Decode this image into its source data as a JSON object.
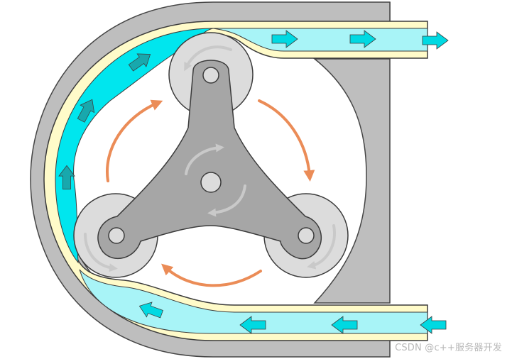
{
  "watermark": "CSDN @c++服务器开发",
  "colors": {
    "housing": "#bebebe",
    "housing_stroke": "#454545",
    "tube_wall": "#fffbc9",
    "fluid_compressed": "#00e6ee",
    "fluid_normal": "#a8f4f7",
    "flow_arrow_strong": "#18a8ad",
    "flow_arrow_soft": "#00d9e2",
    "rotor": "#a6a6a6",
    "roller": "#dcdcdc",
    "rotation_arrow": "#eb8c57"
  },
  "icons": {
    "flow": "cyan-flow-arrow",
    "rotation": "orange-rotation-arrow",
    "spin": "grey-spin-arrow"
  }
}
